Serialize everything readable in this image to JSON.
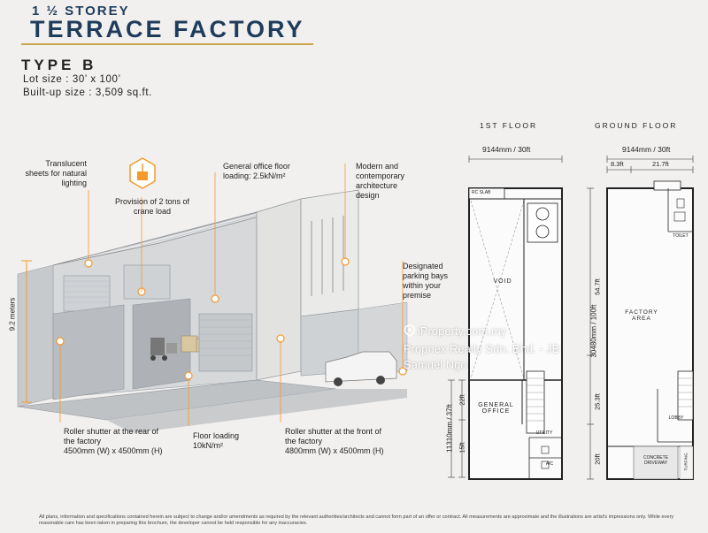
{
  "header": {
    "storey": "1 ½ STOREY",
    "title": "TERRACE FACTORY",
    "type": "TYPE B",
    "lot_size": "Lot size : 30’ x 100’",
    "built_up": "Built-up size : 3,509 sq.ft."
  },
  "features": {
    "translucent": [
      "Translucent",
      "sheets for natural",
      "lighting"
    ],
    "crane": [
      "Provision of 2 tons of",
      "crane load"
    ],
    "office_loading": [
      "General office floor",
      "loading: 2.5kN/m²"
    ],
    "modern": [
      "Modern and",
      "contemporary",
      "architecture",
      "design"
    ],
    "parking": [
      "Designated",
      "parking bays",
      "within your",
      "premise"
    ],
    "height": "9.2 meters",
    "rear_shutter": [
      "Roller shutter at the rear of",
      "the factory",
      "4500mm (W) x 4500mm (H)"
    ],
    "floor_loading": [
      "Floor loading",
      "10kN/m²"
    ],
    "front_shutter": [
      "Roller shutter at the front of",
      "the factory",
      "4800mm (W) x 4500mm (H)"
    ]
  },
  "plans": {
    "first_floor": {
      "title": "1ST FLOOR",
      "width": "9144mm / 30ft",
      "rc_slab": "RC SLAB",
      "void": "VOID",
      "office": [
        "GENERAL",
        "OFFICE"
      ],
      "utility": "UTILITY",
      "ac": "A/C",
      "depth": "11310mm / 37ft",
      "seg_22": "22ft",
      "seg_15": "15ft"
    },
    "ground_floor": {
      "title": "GROUND FLOOR",
      "width": "9144mm / 30ft",
      "left_w": "8.3ft",
      "right_w": "21.7ft",
      "toilet": "TOILET",
      "factory": [
        "FACTORY",
        "AREA"
      ],
      "lobby": "LOBBY",
      "driveway": [
        "CONCRETE",
        "DRIVEWAY"
      ],
      "turfing": "TURFING",
      "depth": "30480mm / 100ft",
      "seg_547": "54.7ft",
      "seg_253": "25.3ft",
      "seg_20": "20ft"
    }
  },
  "watermark": {
    "brand": "iProperty.com.my",
    "agency": "Propnex Realty Sdn. Bhd. - JB",
    "agent": "Samuel Ngo"
  },
  "footer": "All plans, information and specifications contained herein are subject to change and/or amendments as required by the relevant authorities/architects and cannot form part of an offer or contract. All measurements are approximate and the illustrations are artist's impressions only. While every reasonable care has been taken in preparing this brochure, the developer cannot be held responsible for any inaccuracies.",
  "colors": {
    "brand_navy": "#1e3c5c",
    "accent_orange": "#f39a2b",
    "gold_rule": "#c9a64a"
  }
}
